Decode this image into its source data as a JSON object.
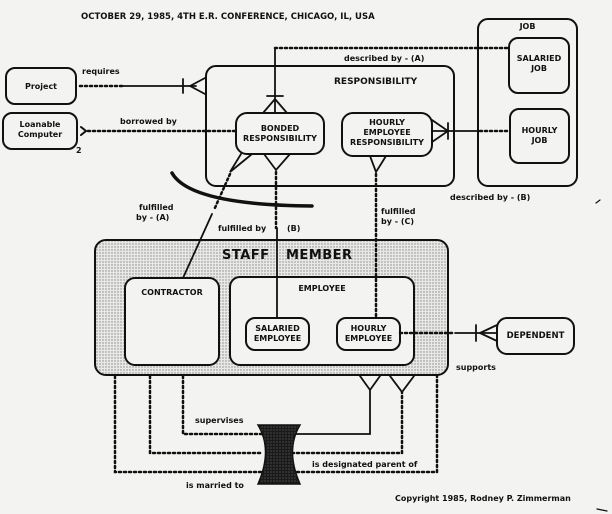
{
  "header": {
    "title": "OCTOBER 29, 1985, 4TH E.R. CONFERENCE, CHICAGO, IL, USA"
  },
  "footer": {
    "copyright": "Copyright 1985, Rodney P. Zimmerman"
  },
  "entities": {
    "project": "Project",
    "loanable_computer_line1": "Loanable",
    "loanable_computer_line2": "Computer",
    "loanable_computer_note": "2",
    "responsibility": "RESPONSIBILITY",
    "bonded_line1": "BONDED",
    "bonded_line2": "RESPONSIBILITY",
    "hourly_resp_line1": "HOURLY",
    "hourly_resp_line2": "EMPLOYEE",
    "hourly_resp_line3": "RESPONSIBILITY",
    "job": "JOB",
    "salaried_job_line1": "SALARIED",
    "salaried_job_line2": "JOB",
    "hourly_job_line1": "HOURLY",
    "hourly_job_line2": "JOB",
    "staff_member_1": "STAFF",
    "staff_member_2": "MEMBER",
    "contractor": "CONTRACTOR",
    "employee": "EMPLOYEE",
    "salaried_emp_line1": "SALARIED",
    "salaried_emp_line2": "EMPLOYEE",
    "hourly_emp_line1": "HOURLY",
    "hourly_emp_line2": "EMPLOYEE",
    "dependent": "DEPENDENT"
  },
  "relationships": {
    "requires": "requires",
    "borrowed_by": "borrowed by",
    "described_by_a": "described by - (A)",
    "described_by_b": "described by - (B)",
    "fulfilled_by_a_1": "fulfilled",
    "fulfilled_by_a_2": "by - (A)",
    "fulfilled_by_b_1": "fulfilled by",
    "fulfilled_by_b_2": "(B)",
    "fulfilled_by_c_1": "fulfilled",
    "fulfilled_by_c_2": "by - (C)",
    "supports": "supports",
    "supervises": "supervises",
    "is_designated_parent_of": "is designated parent of",
    "is_married_to": "is married to"
  }
}
